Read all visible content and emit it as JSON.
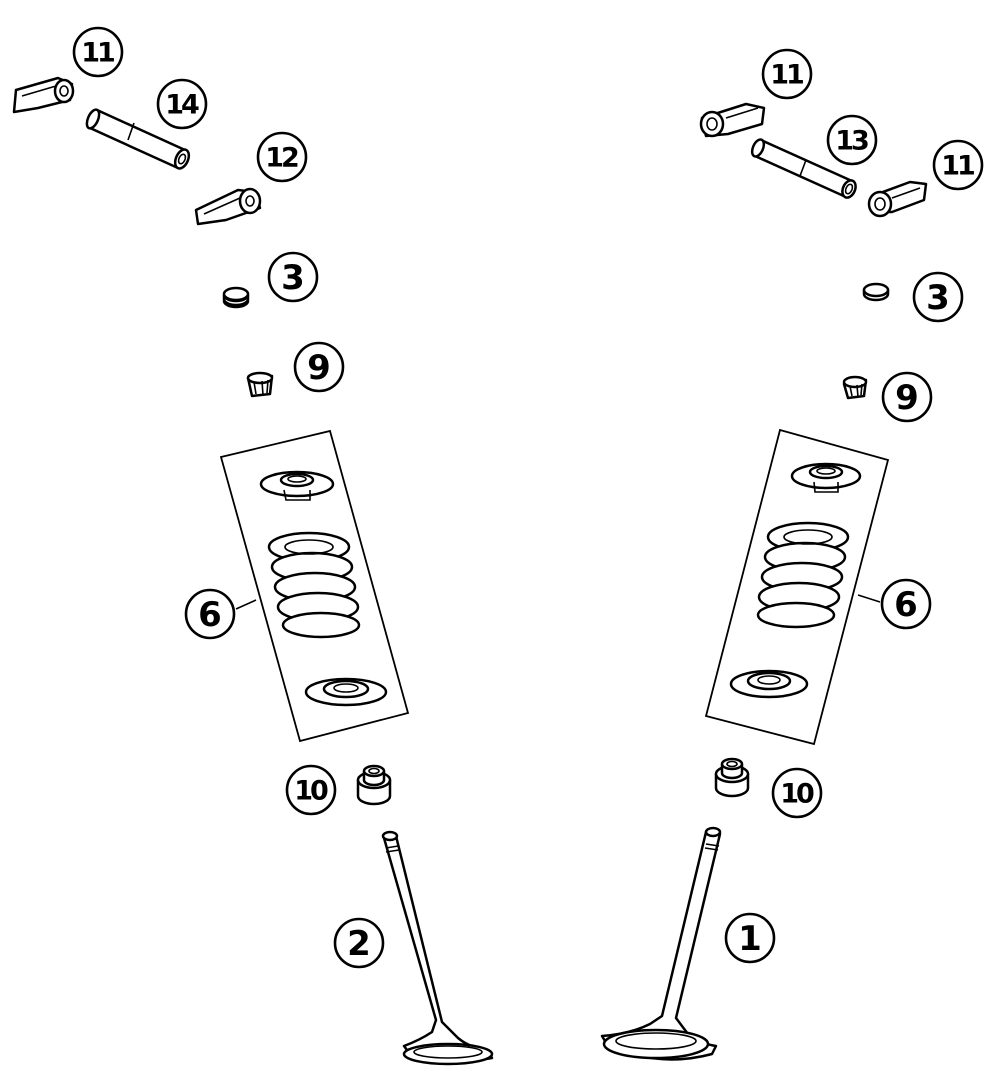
{
  "callouts": {
    "c11_topleft": "11",
    "c14": "14",
    "c12": "12",
    "c3_left": "3",
    "c9_left": "9",
    "c6_left": "6",
    "c10_left": "10",
    "c2": "2",
    "c11_topright_a": "11",
    "c13": "13",
    "c11_topright_b": "11",
    "c3_right": "3",
    "c9_right": "9",
    "c6_right": "6",
    "c10_right": "10",
    "c1": "1"
  },
  "colors": {
    "ink": "#000000",
    "paper": "#ffffff"
  }
}
